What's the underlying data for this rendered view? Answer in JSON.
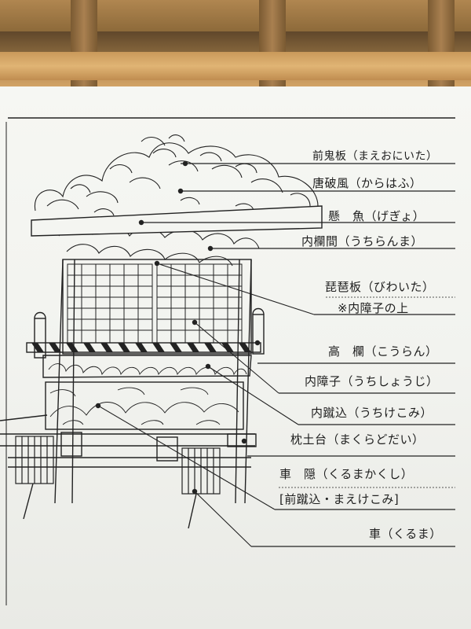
{
  "diagram": {
    "labels": [
      {
        "id": "maeonita",
        "text": "前鬼板（まえおにいた）"
      },
      {
        "id": "karahafu",
        "text": "唐破風（からはふ）"
      },
      {
        "id": "gegyo",
        "text": "懸　魚（げぎょ）"
      },
      {
        "id": "uchiranma",
        "text": "内欄間（うちらんま）"
      },
      {
        "id": "biwaita",
        "text": "琵琶板（びわいた）"
      },
      {
        "id": "biwaita_note",
        "text": "※内障子の上"
      },
      {
        "id": "kouran",
        "text": "高　欄（こうらん）"
      },
      {
        "id": "uchishouji",
        "text": "内障子（うちしょうじ）"
      },
      {
        "id": "uchikegomi",
        "text": "内蹴込（うちけこみ）"
      },
      {
        "id": "makuradodai",
        "text": "枕土台（まくらどだい）"
      },
      {
        "id": "kurumakakushi",
        "text": "車　隠（くるまかくし）"
      },
      {
        "id": "maekegomi",
        "text": "[前蹴込・まえけこみ]"
      },
      {
        "id": "kuruma",
        "text": "車（くるま）"
      }
    ]
  }
}
